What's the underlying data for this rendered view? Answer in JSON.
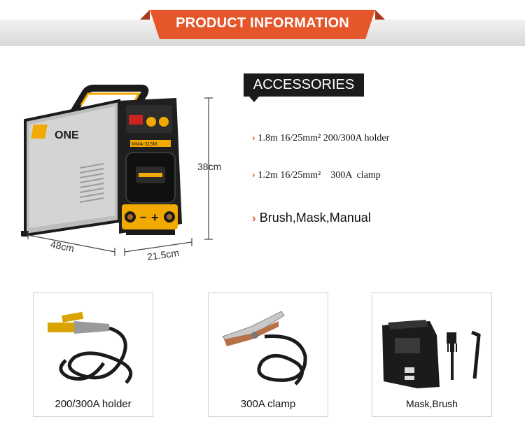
{
  "banner": {
    "title": "PRODUCT INFORMATION"
  },
  "accessories": {
    "title": "ACCESSORIES",
    "items": [
      "1.8m 16/25mm² 200/300A holder",
      "1.2m 16/25mm²    300A  clamp",
      "Brush,Mask,Manual"
    ]
  },
  "machine": {
    "brand": "ONE",
    "model": "MMA-315M"
  },
  "dimensions": {
    "height": "38cm",
    "depth": "48cm",
    "width": "21.5cm"
  },
  "products": [
    {
      "caption": "200/300A holder"
    },
    {
      "caption": "300A clamp"
    },
    {
      "caption": "Mask,Brush"
    }
  ],
  "colors": {
    "accent": "#e5562a",
    "machine_yellow": "#f2a900",
    "dark": "#1b1b1b"
  }
}
